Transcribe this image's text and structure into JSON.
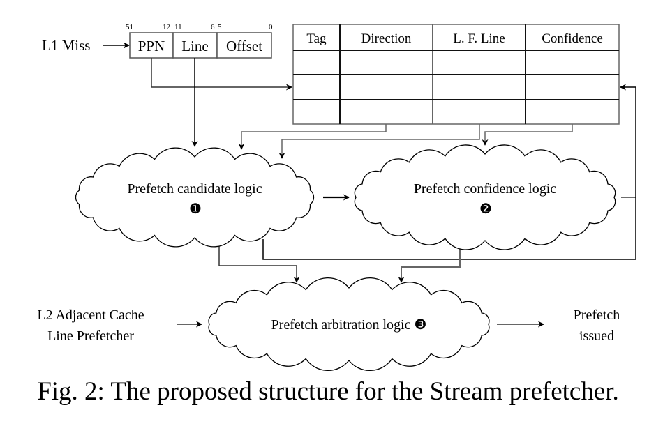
{
  "address": {
    "input_label": "L1 Miss",
    "fields": [
      {
        "name": "PPN",
        "high_bit": "51",
        "low_bit": "12"
      },
      {
        "name": "Line",
        "high_bit": "11",
        "low_bit": "6"
      },
      {
        "name": "Offset",
        "high_bit": "5",
        "low_bit": "0"
      }
    ]
  },
  "table": {
    "headers": [
      "Tag",
      "Direction",
      "L. F. Line",
      "Confidence"
    ],
    "rows": [
      [
        "",
        "",
        "",
        ""
      ],
      [
        "",
        "",
        "",
        ""
      ],
      [
        "",
        "",
        "",
        ""
      ]
    ]
  },
  "blocks": {
    "candidate": {
      "label": "Prefetch candidate logic",
      "marker": "❶"
    },
    "confidence": {
      "label": "Prefetch confidence logic",
      "marker": "❷"
    },
    "arbitration": {
      "label": "Prefetch arbitration logic",
      "marker": "❸"
    }
  },
  "inputs": {
    "l2_adjacent": [
      "L2 Adjacent Cache",
      "Line Prefetcher"
    ]
  },
  "outputs": {
    "issued": [
      "Prefetch",
      "issued"
    ]
  },
  "caption": "Fig. 2: The proposed structure for the Stream prefetcher."
}
